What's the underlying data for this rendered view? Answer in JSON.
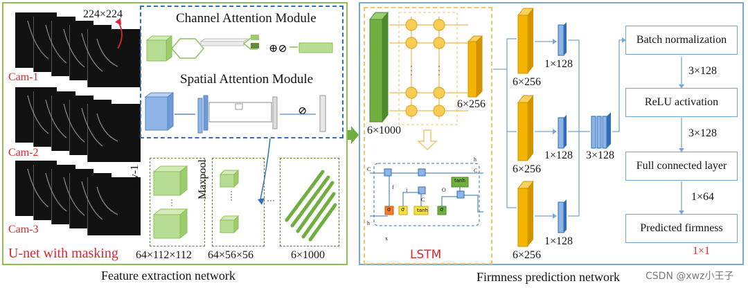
{
  "feature_extraction": {
    "caption": "Feature extraction network",
    "input_size": "224×224",
    "cams": [
      "Cam-1",
      "Cam-2",
      "Cam-3"
    ],
    "unet_label": "U-net with masking",
    "channel_module": "Channel Attention Module",
    "spatial_module": "Spatial Attention Module",
    "channel_ops": "⊕⊘",
    "spatial_op": "⊘",
    "conv_label": "Conv-1",
    "maxpool_label": "Maxpool",
    "conv_dim": "64×112×112",
    "pool_dim": "64×56×56",
    "out_dim": "6×1000"
  },
  "firmness_prediction": {
    "caption": "Firmness prediction network",
    "input_dim": "6×1000",
    "lstm_out_dim": "6×256",
    "lstm_label": "LSTM",
    "lstm_cell": {
      "tanh_top": "tanh",
      "tanh_bottom": "tanh",
      "sigma": "σ",
      "h_t": "h",
      "c_t": "C",
      "c_prev": "C",
      "h_prev": "h",
      "x_t": "x",
      "f_t": "f",
      "i_t": "i",
      "o_t": "O",
      "c_tilde": "C"
    },
    "branch_dims": [
      "6×256",
      "6×256",
      "6×256"
    ],
    "vector_dims": [
      "1×128",
      "1×128",
      "1×128"
    ],
    "concat_dim": "3×128",
    "steps": [
      "Batch normalization",
      "ReLU activation",
      "Full connected layer",
      "Predicted firmness"
    ],
    "step_dims": [
      "3×128",
      "3×128",
      "1×64"
    ],
    "output_dim": "1×1"
  },
  "watermark": "CSDN @xwz小王子",
  "colors": {
    "green_border": "#8cc152",
    "blue_border": "#7aa6cf",
    "dash_blue": "#2e6fb8",
    "dash_green": "#5e8a3a",
    "dash_orange": "#f2c46a",
    "feature_green": "#6fae3f",
    "orange": "#f4b400",
    "light_blue": "#8fb4e6",
    "red": "#e0242c"
  }
}
